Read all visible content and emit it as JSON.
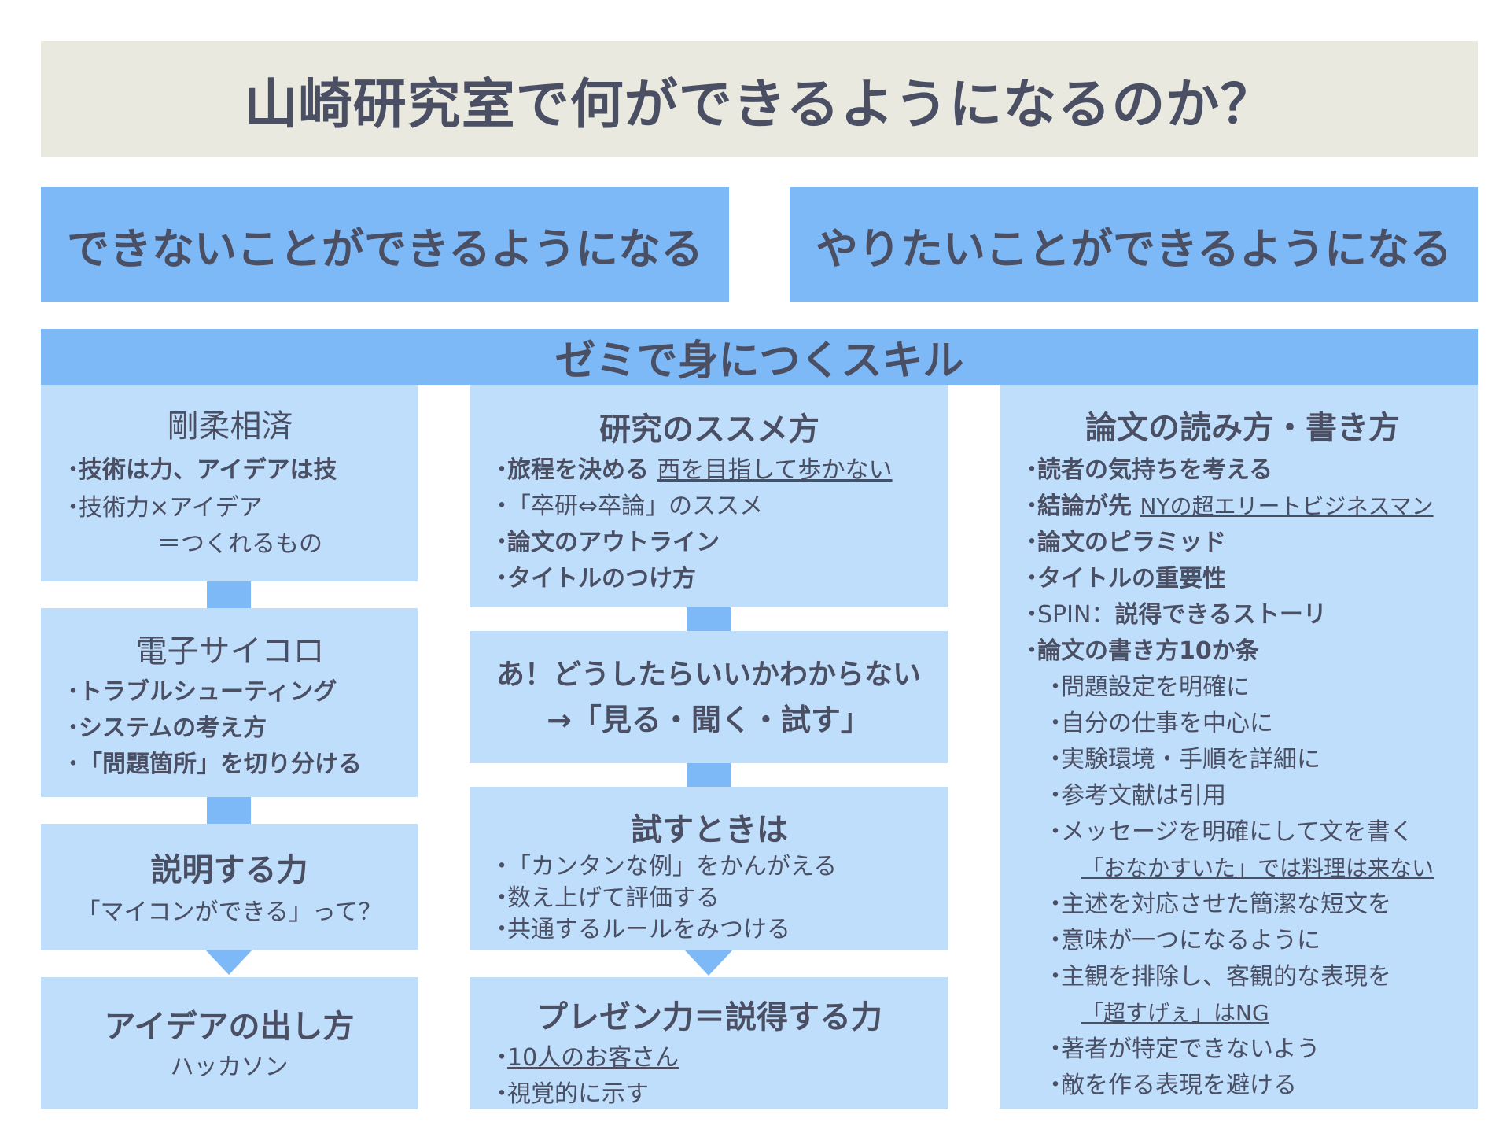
{
  "title": "山崎研究室で何ができるようになるのか？",
  "goals": [
    "できないことができるようになる",
    "やりたいことができるようになる"
  ],
  "skills_header": "ゼミで身につくスキル",
  "col1": {
    "box1": {
      "title": "剛柔相済",
      "item1": "技術は力、アイデアは技",
      "item2": "技術力×アイデア",
      "item2b": "＝つくれるもの"
    },
    "box2": {
      "title": "電子サイコロ",
      "item1": "トラブルシューティング",
      "item2": "システムの考え方",
      "item3": "「問題箇所」を切り分ける"
    },
    "box3": {
      "title": "説明する力",
      "subtitle": "「マイコンができる」って？"
    },
    "box4": {
      "title": "アイデアの出し方",
      "subtitle": "ハッカソン"
    }
  },
  "col2": {
    "box1": {
      "title": "研究のススメ方",
      "item1": "旅程を決める",
      "item1_ul": "西を目指して歩かない",
      "item2": "「卒研⇔卒論」のススメ",
      "item3": "論文のアウトライン",
      "item4": "タイトルのつけ方"
    },
    "box2": {
      "line1": "あ！どうしたらいいかわからない",
      "line2": "→「見る・聞く・試す」"
    },
    "box3": {
      "title": "試すときは",
      "item1": "「カンタンな例」をかんがえる",
      "item2": "数え上げて評価する",
      "item3": "共通するルールをみつける"
    },
    "box4": {
      "title": "プレゼン力＝説得する力",
      "item1": "10人のお客さん",
      "item2": "視覚的に示す"
    }
  },
  "col3": {
    "title": "論文の読み方・書き方",
    "items": {
      "i1": "読者の気持ちを考える",
      "i2": "結論が先",
      "i2_ul": "NYの超エリートビジネスマン",
      "i3": "論文のピラミッド",
      "i4": "タイトルの重要性",
      "i5a": "SPIN：",
      "i5b": "説得できるストーリ",
      "i6": "論文の書き方10か条",
      "s1": "問題設定を明確に",
      "s2": "自分の仕事を中心に",
      "s3": "実験環境・手順を詳細に",
      "s4": "参考文献は引用",
      "s5": "メッセージを明確にして文を書く",
      "s5n": "「おなかすいた」では料理は来ない",
      "s6": "主述を対応させた簡潔な短文を",
      "s7": "意味が一つになるように",
      "s8": "主観を排除し、客観的な表現を",
      "s8n": "「超すげぇ」はNG",
      "s9": "著者が特定できないよう",
      "s10": "敵を作る表現を避ける"
    }
  },
  "colors": {
    "banner": "#e9e9e0",
    "accent": "#7db8f7",
    "box": "#bfdefc",
    "text": "#4b4f63"
  }
}
